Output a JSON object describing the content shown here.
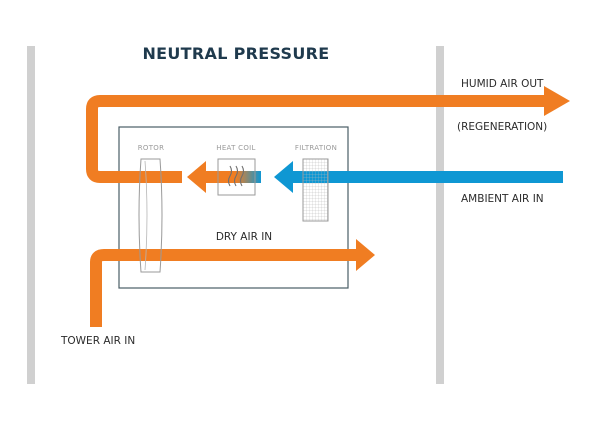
{
  "title": "NEUTRAL PRESSURE",
  "colors": {
    "regeneration_air": "#f07d22",
    "ambient_air": "#0f97d3",
    "wall": "#d0d0d0",
    "unit_border": "#4a5d66",
    "component_stroke": "#9a9a9a",
    "title_text": "#1f3a4d"
  },
  "components": {
    "rotor": "ROTOR",
    "heat_coil": "HEAT COIL",
    "filtration": "FILTRATION"
  },
  "labels": {
    "humid_air_out": "HUMID AIR OUT",
    "regeneration": "(REGENERATION)",
    "ambient_air_in": "AMBIENT AIR IN",
    "dry_air_in": "DRY AIR IN",
    "tower_air_in": "TOWER AIR IN"
  },
  "flows": [
    {
      "name": "ambient-air-flow",
      "color": "ambient_air",
      "from": "AMBIENT AIR IN",
      "to": "HEAT COIL",
      "via": [
        "FILTRATION"
      ]
    },
    {
      "name": "regeneration-flow",
      "color": "regeneration_air",
      "from": "HEAT COIL",
      "to": "HUMID AIR OUT",
      "via": [
        "ROTOR"
      ]
    },
    {
      "name": "process-flow",
      "color": "regeneration_air",
      "from": "TOWER AIR IN",
      "to": "DRY AIR IN",
      "via": [
        "ROTOR"
      ]
    }
  ]
}
